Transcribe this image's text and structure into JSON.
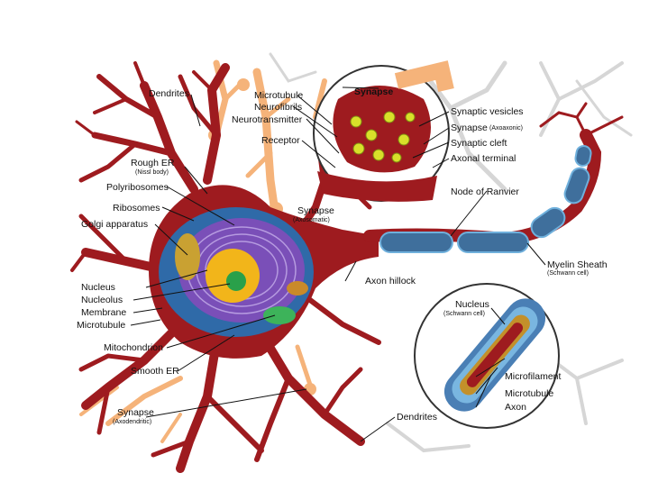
{
  "labels": {
    "dendrites_top": "Dendrites",
    "microtubule_top": "Microtubule",
    "neurofibrils": "Neurofibrils",
    "neurotransmitter": "Neurotransmitter",
    "receptor": "Receptor",
    "synapse_inset": "Synapse",
    "synaptic_vesicles": "Synaptic vesicles",
    "synapse_axoaxonic": "Synapse",
    "synapse_axoaxonic_sub": "(Axoaxonic)",
    "synaptic_cleft": "Synaptic cleft",
    "axonal_terminal": "Axonal terminal",
    "node_of_ranvier": "Node of Ranvier",
    "rough_er": "Rough ER",
    "rough_er_sub": "(Nissl body)",
    "polyribosomes": "Polyribosomes",
    "ribosomes": "Ribosomes",
    "golgi": "Golgi apparatus",
    "synapse_axosomatic": "Synapse",
    "synapse_axosomatic_sub": "(Axosomatic)",
    "myelin_sheath": "Myelin Sheath",
    "myelin_sheath_sub": "(Schwann cell)",
    "axon_hillock": "Axon hillock",
    "nucleus": "Nucleus",
    "nucleolus": "Nucleolus",
    "membrane": "Membrane",
    "microtubule_left": "Microtubule",
    "mitochondrion": "Mitochondrion",
    "smooth_er": "Smooth ER",
    "synapse_axodendritic": "Synapse",
    "synapse_axodendritic_sub": "(Axodendritic)",
    "dendrites_bottom": "Dendrites",
    "nucleus_schwann": "Nucleus",
    "nucleus_schwann_sub": "(Schwann cell)",
    "microfilament": "Microfilament",
    "microtubule_inset": "Microtubule",
    "axon": "Axon"
  },
  "colors": {
    "neuron": "#9e1b1f",
    "neuron_dark": "#7a1216",
    "myelin": "#3f6f9c",
    "myelin_light": "#6fb0dc",
    "dendrite_orange": "#f5b37a",
    "background_gray": "#d4d4d4",
    "nucleus": "#f2b51a",
    "er_purple": "#6b3fa0"
  }
}
